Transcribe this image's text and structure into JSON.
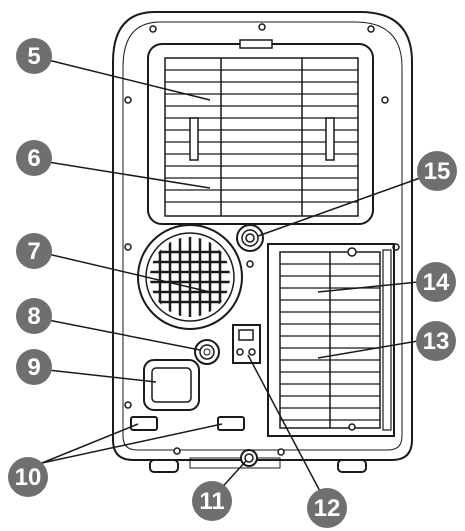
{
  "callouts": [
    {
      "id": "5",
      "label": "5"
    },
    {
      "id": "6",
      "label": "6"
    },
    {
      "id": "7",
      "label": "7"
    },
    {
      "id": "8",
      "label": "8"
    },
    {
      "id": "9",
      "label": "9"
    },
    {
      "id": "10",
      "label": "10"
    },
    {
      "id": "11",
      "label": "11"
    },
    {
      "id": "12",
      "label": "12"
    },
    {
      "id": "13",
      "label": "13"
    },
    {
      "id": "14",
      "label": "14"
    },
    {
      "id": "15",
      "label": "15"
    }
  ],
  "colors": {
    "callout_fill": "#6f6f6f",
    "callout_text": "#ffffff",
    "line": "#1a1a1a",
    "background": "#ffffff"
  }
}
